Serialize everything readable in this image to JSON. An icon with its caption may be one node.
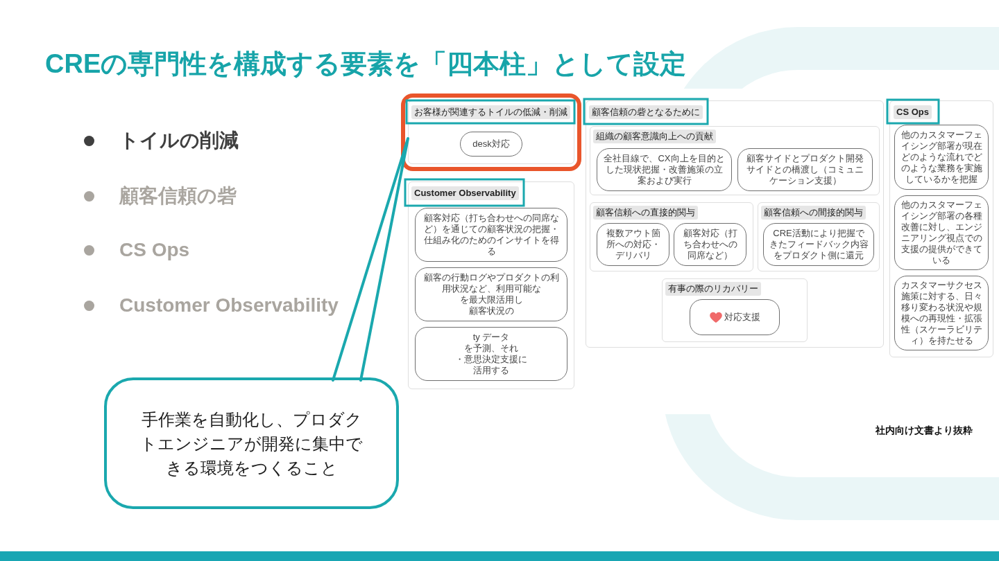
{
  "diagram": {
    "title": "CREの専門性を構成する要素を「四本柱」として設定",
    "nodes": [
      {
        "text": [
          "Customer Observability"
        ]
      },
      {
        "text": [
          "顧客対応（打ち合わせへの同席など）を通じての顧客状況の把握・仕組み化のためのインサイトを得る"
        ],
        "in": 0
      },
      {
        "text": [
          "顧客の行動ログやプロダクトの利用状況など、利用可能な",
          "を最大限活用し",
          "顧客状況の"
        ],
        "in": 0
      },
      {
        "text": [
          "ty データ",
          "を予測、それ",
          "・意思決定支援に",
          "活用する"
        ],
        "in": 0
      },
      {
        "text": [
          "お客様が関連するトイルの低減・削減"
        ]
      },
      {
        "text": [
          "desk対応"
        ],
        "in": 4
      },
      {
        "text": [
          "顧客信頼の砦となるために"
        ]
      },
      {
        "text": [
          "組織の顧客意識向上への貢献"
        ],
        "in": 6
      },
      {
        "text": [
          "全社目線で、CX向上を目的とした現状把握・改善施策の立案および実行"
        ],
        "in": 7
      },
      {
        "text": [
          "顧客サイドとプロダクト開発サイドとの橋渡し（コミュニケーション支援）"
        ],
        "in": 7
      },
      {
        "text": [
          "顧客信頼への直接的関与"
        ],
        "in": 6
      },
      {
        "text": [
          "複数アウト箇所への対応・デリバリ"
        ],
        "in": 10
      },
      {
        "text": [
          "顧客対応（打ち合わせへの同席など）"
        ],
        "in": 10
      },
      {
        "text": [
          "顧客信頼への間接的関与"
        ],
        "in": 6
      },
      {
        "text": [
          "CRE活動により把握できたフィードバック内容をプロダクト側に還元"
        ],
        "in": 13
      },
      {
        "text": [
          "有事の際のリカバリー"
        ],
        "in": 6
      },
      {
        "text": [
          "対応支援"
        ],
        "in": 15
      },
      {
        "text": [
          "CS Ops"
        ]
      },
      {
        "text": [
          "他のカスタマーフェイシング部署が現在どのような流れでどのような業務を実施しているかを把握"
        ],
        "in": 17
      },
      {
        "text": [
          "他のカスタマーフェイシング部署の各種改善に対し、エンジニアリング視点での支援の提供ができている"
        ],
        "in": 17
      },
      {
        "text": [
          "カスタマーサクセス施策に対する、日々移り変わる状況や規模への再現性・拡張性（スケーラビリティ）を持たせる"
        ],
        "in": 17
      },
      {
        "text": [
          "手作業を自動化し、プロダクトエンジニアが開発に集中できる環境をつくること"
        ]
      }
    ],
    "edges": [
      {
        "from": 21,
        "to": 4,
        "arrow": "none"
      }
    ],
    "labels": [
      "トイルの削減",
      "顧客信頼の砦",
      "CS Ops",
      "Customer Observability",
      "社内向け文書より抜粋"
    ]
  }
}
